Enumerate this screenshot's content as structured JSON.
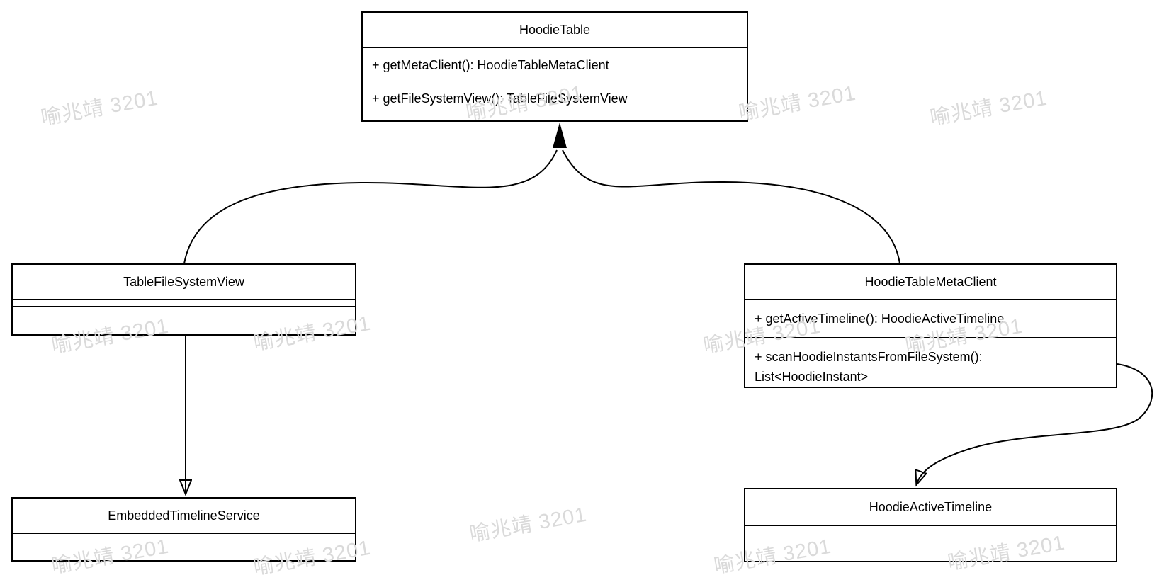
{
  "diagram": {
    "type": "uml-class-diagram",
    "background": "#ffffff",
    "line_color": "#000000",
    "watermark": {
      "text": "喻兆靖 3201",
      "color": "#dadada"
    }
  },
  "classes": {
    "hoodie_table": {
      "name": "HoodieTable",
      "methods": [
        [
          "+ getMetaClient(): HoodieTableMetaClient"
        ],
        [
          "+ getFileSystemView(): TableFileSystemView"
        ]
      ]
    },
    "table_file_system_view": {
      "name": "TableFileSystemView",
      "methods": []
    },
    "hoodie_table_meta_client": {
      "name": "HoodieTableMetaClient",
      "methods": [
        [
          "+ getActiveTimeline(): HoodieActiveTimeline"
        ],
        [
          "+ scanHoodieInstantsFromFileSystem():",
          "List<HoodieInstant>"
        ]
      ]
    },
    "embedded_timeline_service": {
      "name": "EmbeddedTimelineService",
      "methods": []
    },
    "hoodie_active_timeline": {
      "name": "HoodieActiveTimeline",
      "methods": []
    }
  },
  "relationships": [
    {
      "from": "TableFileSystemView",
      "to": "HoodieTable",
      "type": "generalization-arrow"
    },
    {
      "from": "HoodieTableMetaClient",
      "to": "HoodieTable",
      "type": "generalization-arrow"
    },
    {
      "from": "TableFileSystemView",
      "to": "EmbeddedTimelineService",
      "type": "directed-arrow"
    },
    {
      "from": "HoodieTableMetaClient",
      "to": "HoodieActiveTimeline",
      "type": "directed-arrow"
    }
  ]
}
